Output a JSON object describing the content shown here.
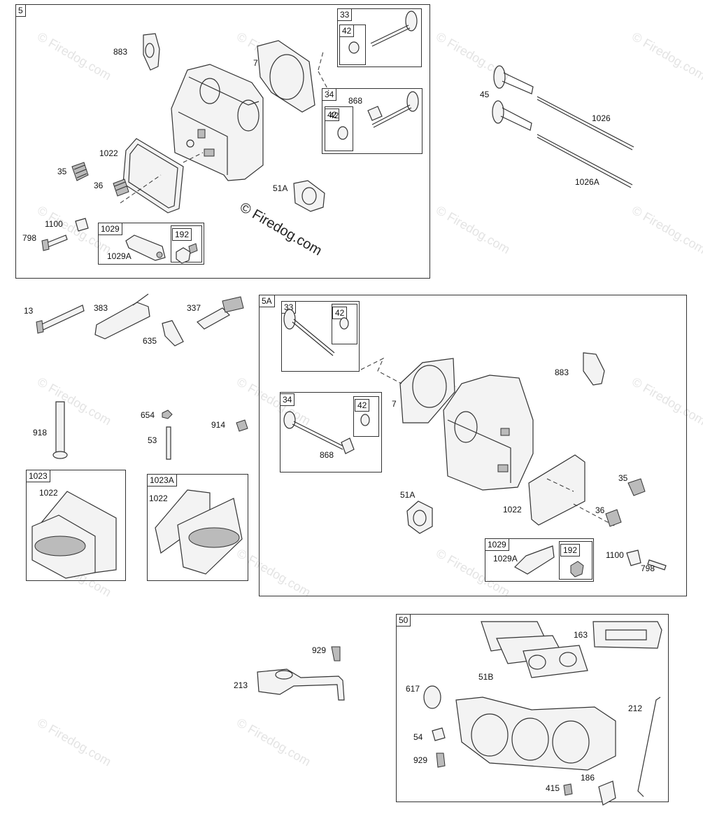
{
  "watermark": {
    "text": "© Firedog.com",
    "main": "© Firedog.com"
  },
  "sections": {
    "s5": {
      "tag": "5"
    },
    "s5A": {
      "tag": "5A"
    },
    "s50": {
      "tag": "50"
    },
    "s1023": {
      "tag": "1023"
    },
    "s1023A": {
      "tag": "1023A"
    }
  },
  "subboxes": {
    "t33a": "33",
    "t42a": "42",
    "t34a": "34",
    "t42b": "42",
    "t1029a": "1029",
    "t192a": "192",
    "t33b": "33",
    "t42c": "42",
    "t34b": "34",
    "t42d": "42",
    "t1029b": "1029",
    "t192b": "192"
  },
  "labels": {
    "l883a": "883",
    "l7a": "7",
    "l868a": "868",
    "l42e": "42",
    "l1022a": "1022",
    "l35a": "35",
    "l36a": "36",
    "l51Aa": "51A",
    "l1100a": "1100",
    "l798a": "798",
    "l1029Aa": "1029A",
    "l45": "45",
    "l1026": "1026",
    "l1026A": "1026A",
    "l13": "13",
    "l383": "383",
    "l337": "337",
    "l635": "635",
    "l918": "918",
    "l654": "654",
    "l53": "53",
    "l914": "914",
    "l1022b": "1022",
    "l1022c": "1022",
    "l883b": "883",
    "l7b": "7",
    "l868b": "868",
    "l51Ab": "51A",
    "l1022d": "1022",
    "l35b": "35",
    "l36b": "36",
    "l1100b": "1100",
    "l798b": "798",
    "l1029Ab": "1029A",
    "l929a": "929",
    "l213": "213",
    "l163": "163",
    "l51B": "51B",
    "l617": "617",
    "l212": "212",
    "l54": "54",
    "l929b": "929",
    "l186": "186",
    "l415": "415"
  }
}
